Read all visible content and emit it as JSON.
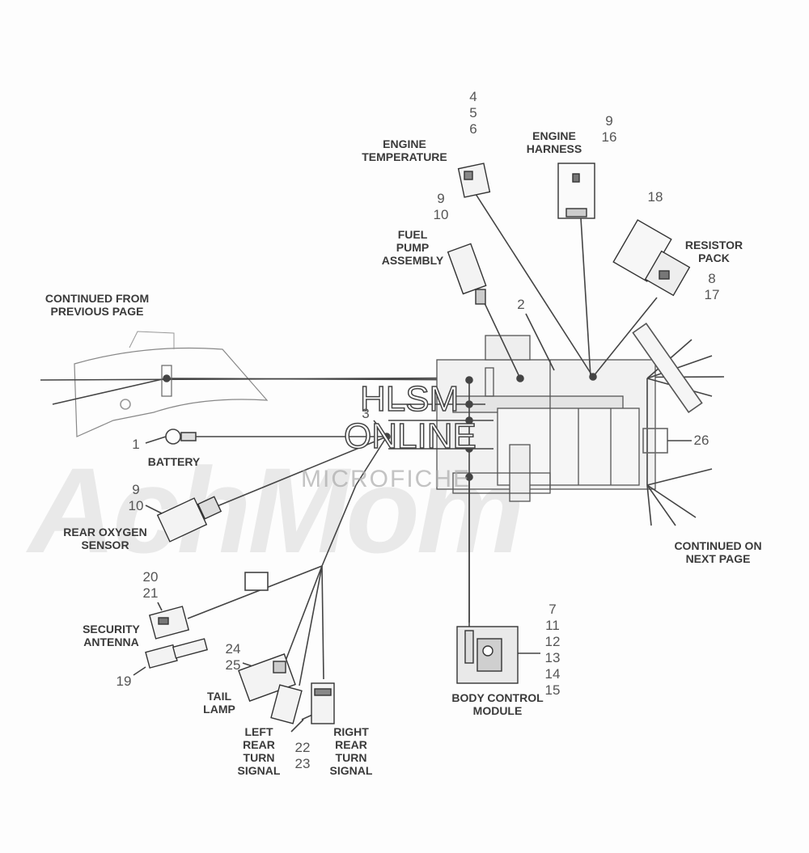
{
  "watermark": {
    "brand": "AchMom",
    "line1": "HLSM",
    "line2": "ONLINE",
    "line3": "MICROFICHE"
  },
  "labels": {
    "continued_from": "CONTINUED FROM\nPREVIOUS PAGE",
    "battery": "BATTERY",
    "rear_oxygen_sensor": "REAR OXYGEN\nSENSOR",
    "security_antenna": "SECURITY\nANTENNA",
    "tail_lamp": "TAIL\nLAMP",
    "left_rear_turn_signal": "LEFT\nREAR\nTURN\nSIGNAL",
    "right_rear_turn_signal": "RIGHT\nREAR\nTURN\nSIGNAL",
    "body_control_module": "BODY CONTROL\nMODULE",
    "continued_on": "CONTINUED ON\nNEXT PAGE",
    "engine_temperature": "ENGINE\nTEMPERATURE",
    "engine_harness": "ENGINE\nHARNESS",
    "fuel_pump_assembly": "FUEL\nPUMP\nASSEMBLY",
    "resistor_pack": "RESISTOR\nPACK"
  },
  "callouts": {
    "engine_temp_nums": "4\n5\n6",
    "engine_harness_nums": "9\n16",
    "fuel_pump_nums": "9\n10",
    "resistor_top": "18",
    "resistor_nums": "8\n17",
    "main_harness": "2",
    "ground": "3",
    "item_26": "26",
    "battery_num": "1",
    "oxygen_nums": "9\n10",
    "security_nums": "20\n21",
    "tail_nums": "24\n25",
    "item_19": "19",
    "turn_nums": "22\n23",
    "bcm_nums": "7\n11\n12\n13\n14\n15"
  }
}
